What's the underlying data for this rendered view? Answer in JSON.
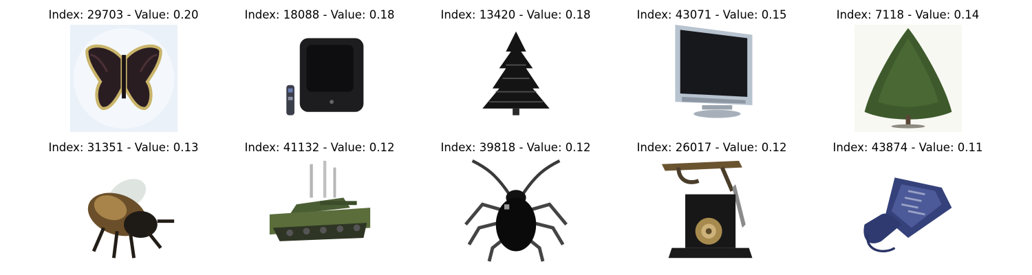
{
  "figure": {
    "panels": [
      {
        "title": "Index: 29703 - Value: 0.20",
        "icon": "butterfly"
      },
      {
        "title": "Index: 18088 - Value: 0.18",
        "icon": "crt-television"
      },
      {
        "title": "Index: 13420 - Value: 0.18",
        "icon": "pine-tree"
      },
      {
        "title": "Index: 43071 - Value: 0.15",
        "icon": "flat-television"
      },
      {
        "title": "Index: 7118 - Value: 0.14",
        "icon": "green-tree"
      },
      {
        "title": "Index: 31351 - Value: 0.13",
        "icon": "bee"
      },
      {
        "title": "Index: 41132 - Value: 0.12",
        "icon": "tank"
      },
      {
        "title": "Index: 39818 - Value: 0.12",
        "icon": "beetle"
      },
      {
        "title": "Index: 26017 - Value: 0.12",
        "icon": "vintage-telephone"
      },
      {
        "title": "Index: 43874 - Value: 0.11",
        "icon": "desk-telephone"
      }
    ]
  }
}
